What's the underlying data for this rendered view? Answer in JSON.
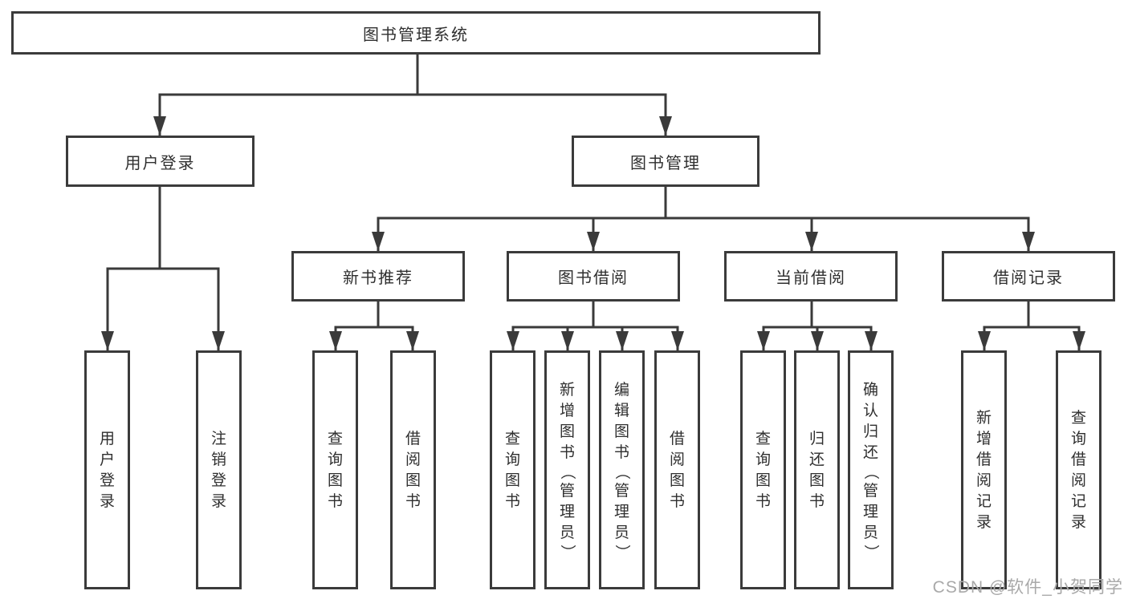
{
  "diagram_type": "functional-structure-tree",
  "tree": {
    "label": "图书管理系统",
    "children": [
      {
        "label": "用户登录",
        "children": [
          {
            "label": "用户登录"
          },
          {
            "label": "注销登录"
          }
        ]
      },
      {
        "label": "图书管理",
        "children": [
          {
            "label": "新书推荐",
            "children": [
              {
                "label": "查询图书"
              },
              {
                "label": "借阅图书"
              }
            ]
          },
          {
            "label": "图书借阅",
            "children": [
              {
                "label": "查询图书"
              },
              {
                "label": "新增图书（管理员）"
              },
              {
                "label": "编辑图书（管理员）"
              },
              {
                "label": "借阅图书"
              }
            ]
          },
          {
            "label": "当前借阅",
            "children": [
              {
                "label": "查询图书"
              },
              {
                "label": "归还图书"
              },
              {
                "label": "确认归还（管理员）"
              }
            ]
          },
          {
            "label": "借阅记录",
            "children": [
              {
                "label": "新增借阅记录"
              },
              {
                "label": "查询借阅记录"
              }
            ]
          }
        ]
      }
    ]
  },
  "watermark": {
    "text": "CSDN @软件_小贺同学"
  },
  "colors": {
    "line": "#3a3a3a",
    "box_border": "#3b3b3b",
    "box_text": "#2f2f2f",
    "background": "#ffffff",
    "watermark": "#a9a9a9"
  }
}
